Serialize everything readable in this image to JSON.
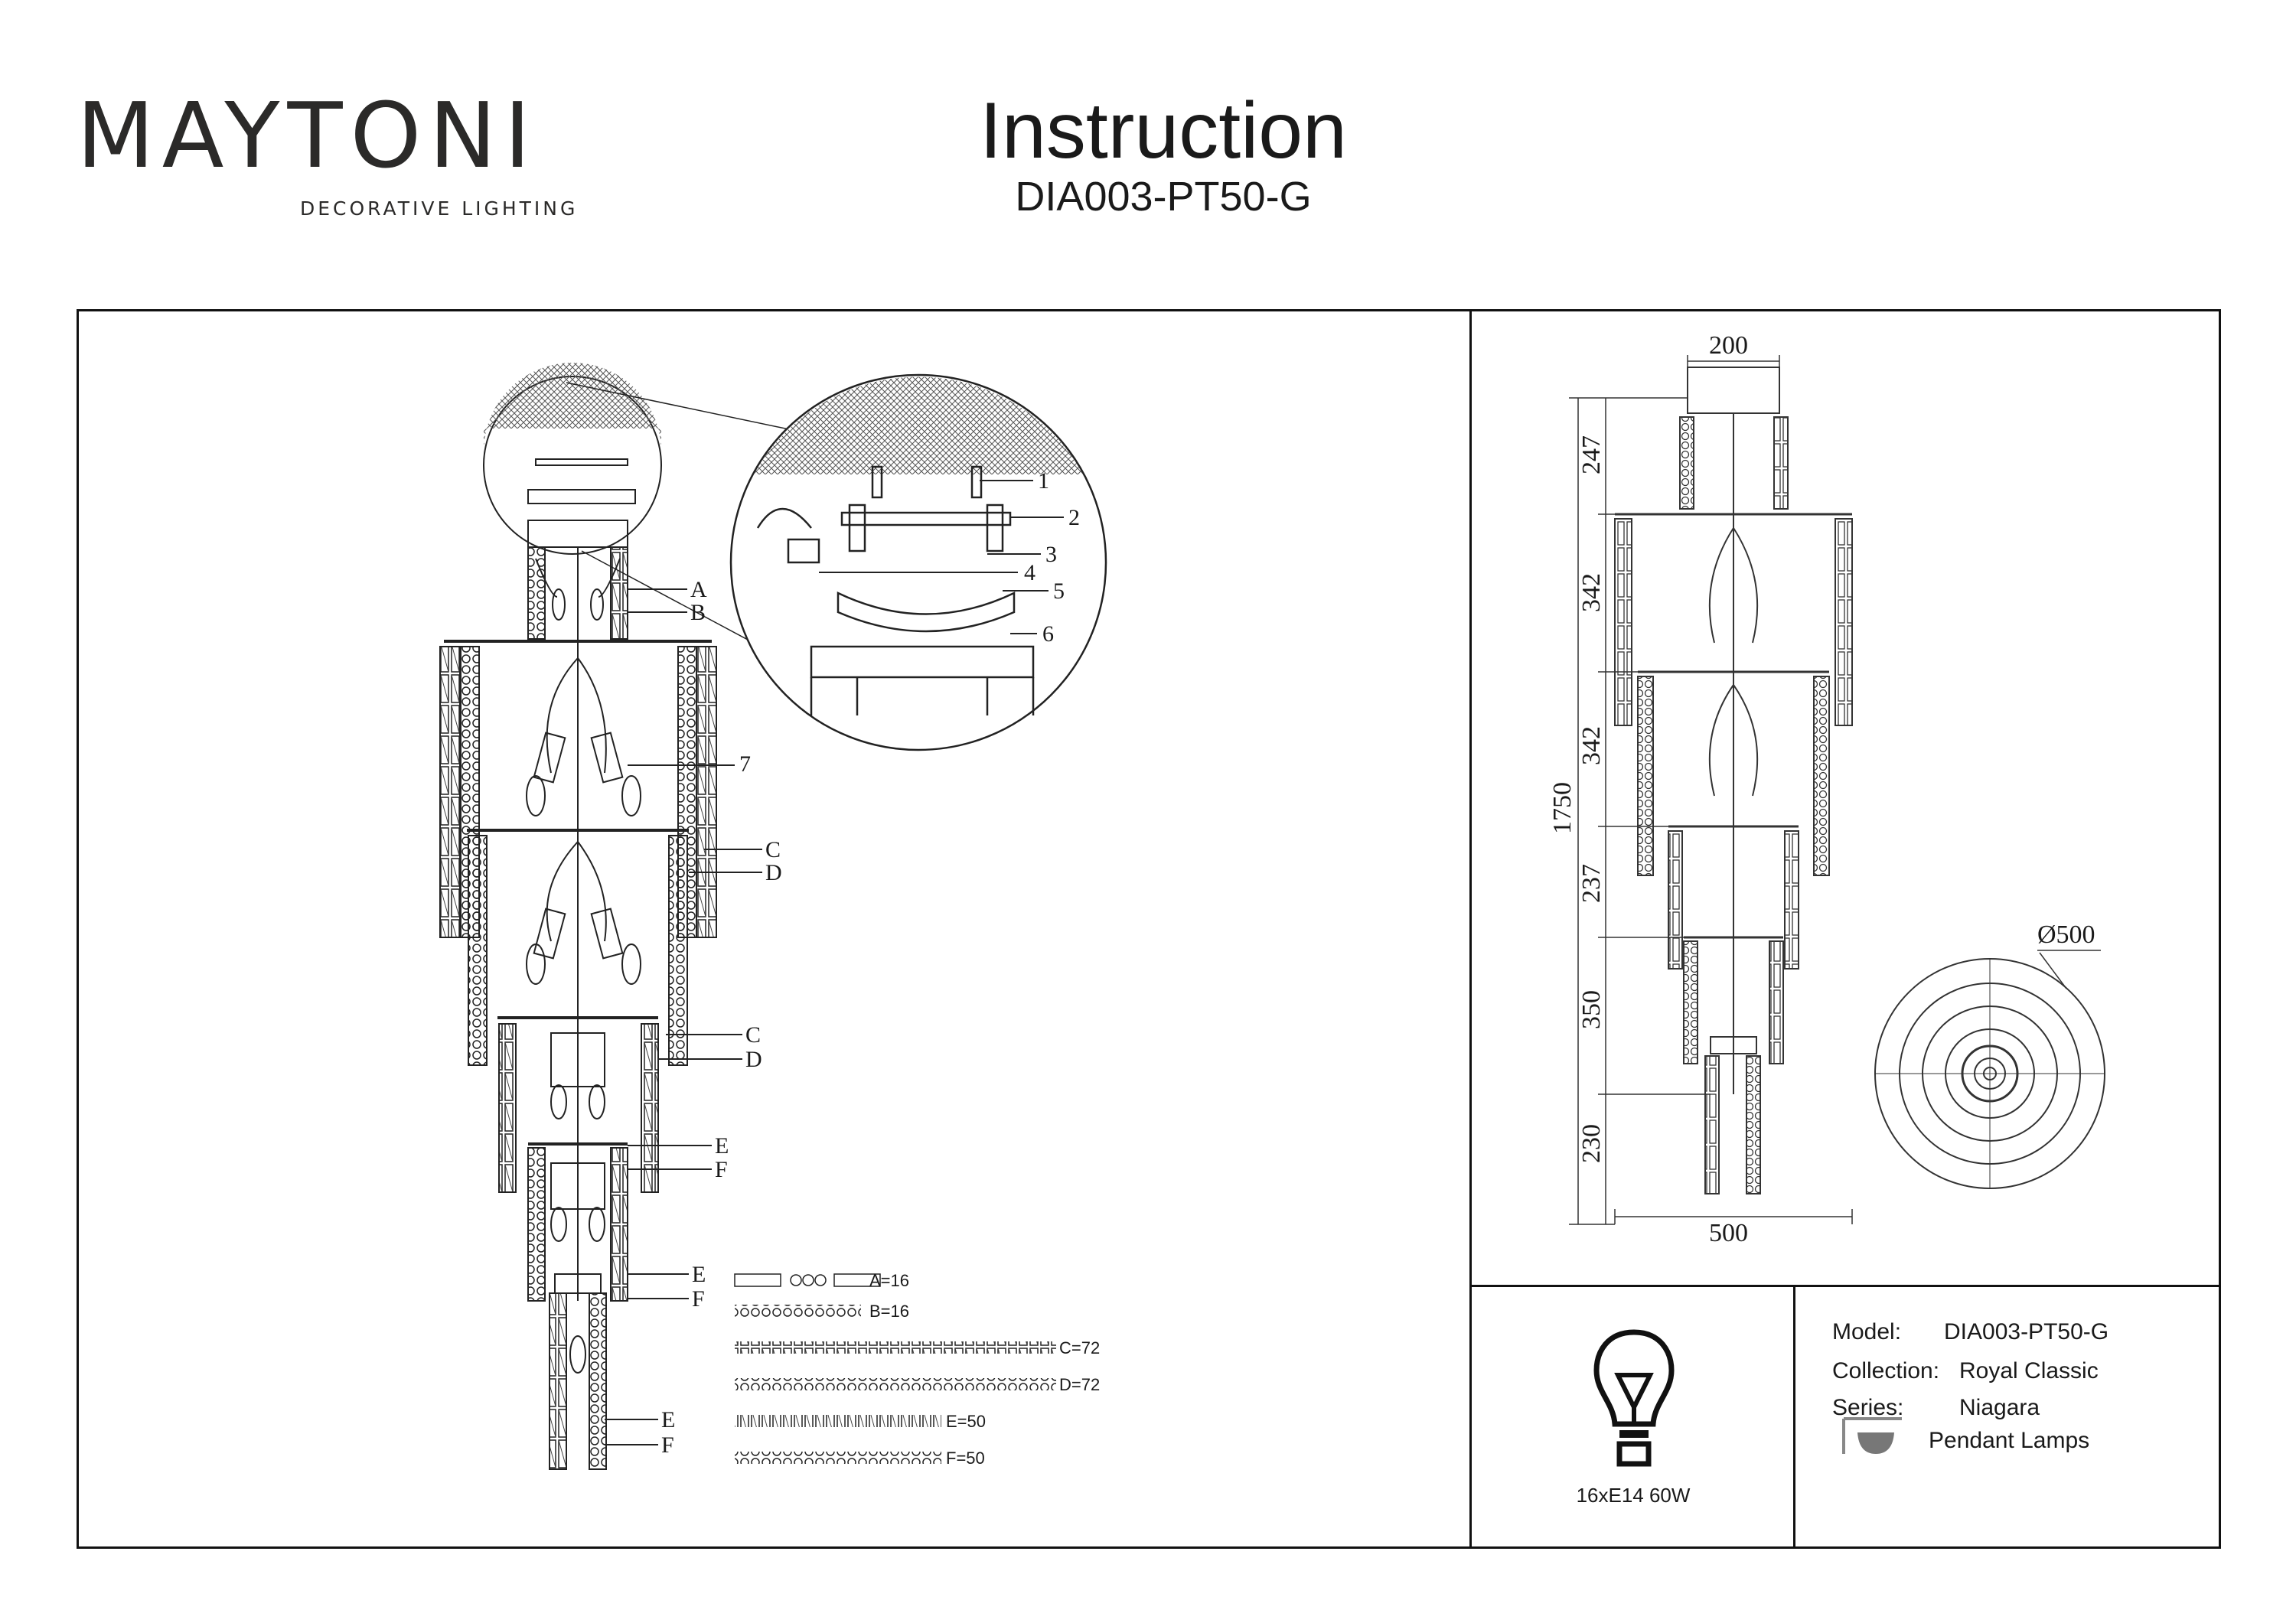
{
  "brand": {
    "name": "MAYTONI",
    "tagline": "DECORATIVE LIGHTING"
  },
  "header": {
    "title": "Instruction",
    "model": "DIA003-PT50-G"
  },
  "assembly": {
    "part_numbers": [
      "1",
      "2",
      "3",
      "4",
      "5",
      "6",
      "7"
    ],
    "tier_letters": [
      "A",
      "B",
      "C",
      "D",
      "C",
      "D",
      "E",
      "F",
      "E",
      "F",
      "E",
      "F"
    ],
    "chains": [
      {
        "label": "A=16"
      },
      {
        "label": "B=16"
      },
      {
        "label": "C=72"
      },
      {
        "label": "D=72"
      },
      {
        "label": "E=50"
      },
      {
        "label": "F=50"
      }
    ]
  },
  "dimensions": {
    "top_width": "200",
    "bottom_width": "500",
    "total_height": "1750",
    "segments": [
      "247",
      "342",
      "342",
      "237",
      "350",
      "230"
    ],
    "diameter": "Ø500"
  },
  "bulb": {
    "spec": "16xE14 60W"
  },
  "specs": {
    "model_label": "Model:",
    "model_value": "DIA003-PT50-G",
    "collection_label": "Collection:",
    "collection_value": "Royal Classic",
    "series_label": "Series:",
    "series_value": "Niagara",
    "type_value": "Pendant Lamps"
  }
}
